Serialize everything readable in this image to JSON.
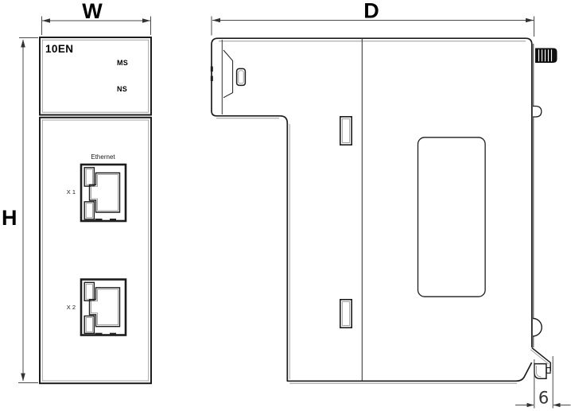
{
  "drawing_labels": {
    "width": "W",
    "depth": "D",
    "height": "H",
    "din_offset": "6"
  },
  "front_view": {
    "model": "10EN",
    "led_ms": "MS",
    "led_ns": "NS",
    "ethernet": "Ethernet",
    "port1": "X 1",
    "port2": "X 2"
  },
  "colors": {
    "background": "#ffffff",
    "outline": "#1c1c1c",
    "inner_line": "#8a8a8a",
    "dimension_line": "#4a4a4a",
    "label_text": "#000000"
  },
  "icons": {
    "ethernet_port": "rj45-port-icon",
    "mounting_screw": "threaded-screw-icon",
    "din_rail_hook": "din-rail-hook-icon"
  }
}
